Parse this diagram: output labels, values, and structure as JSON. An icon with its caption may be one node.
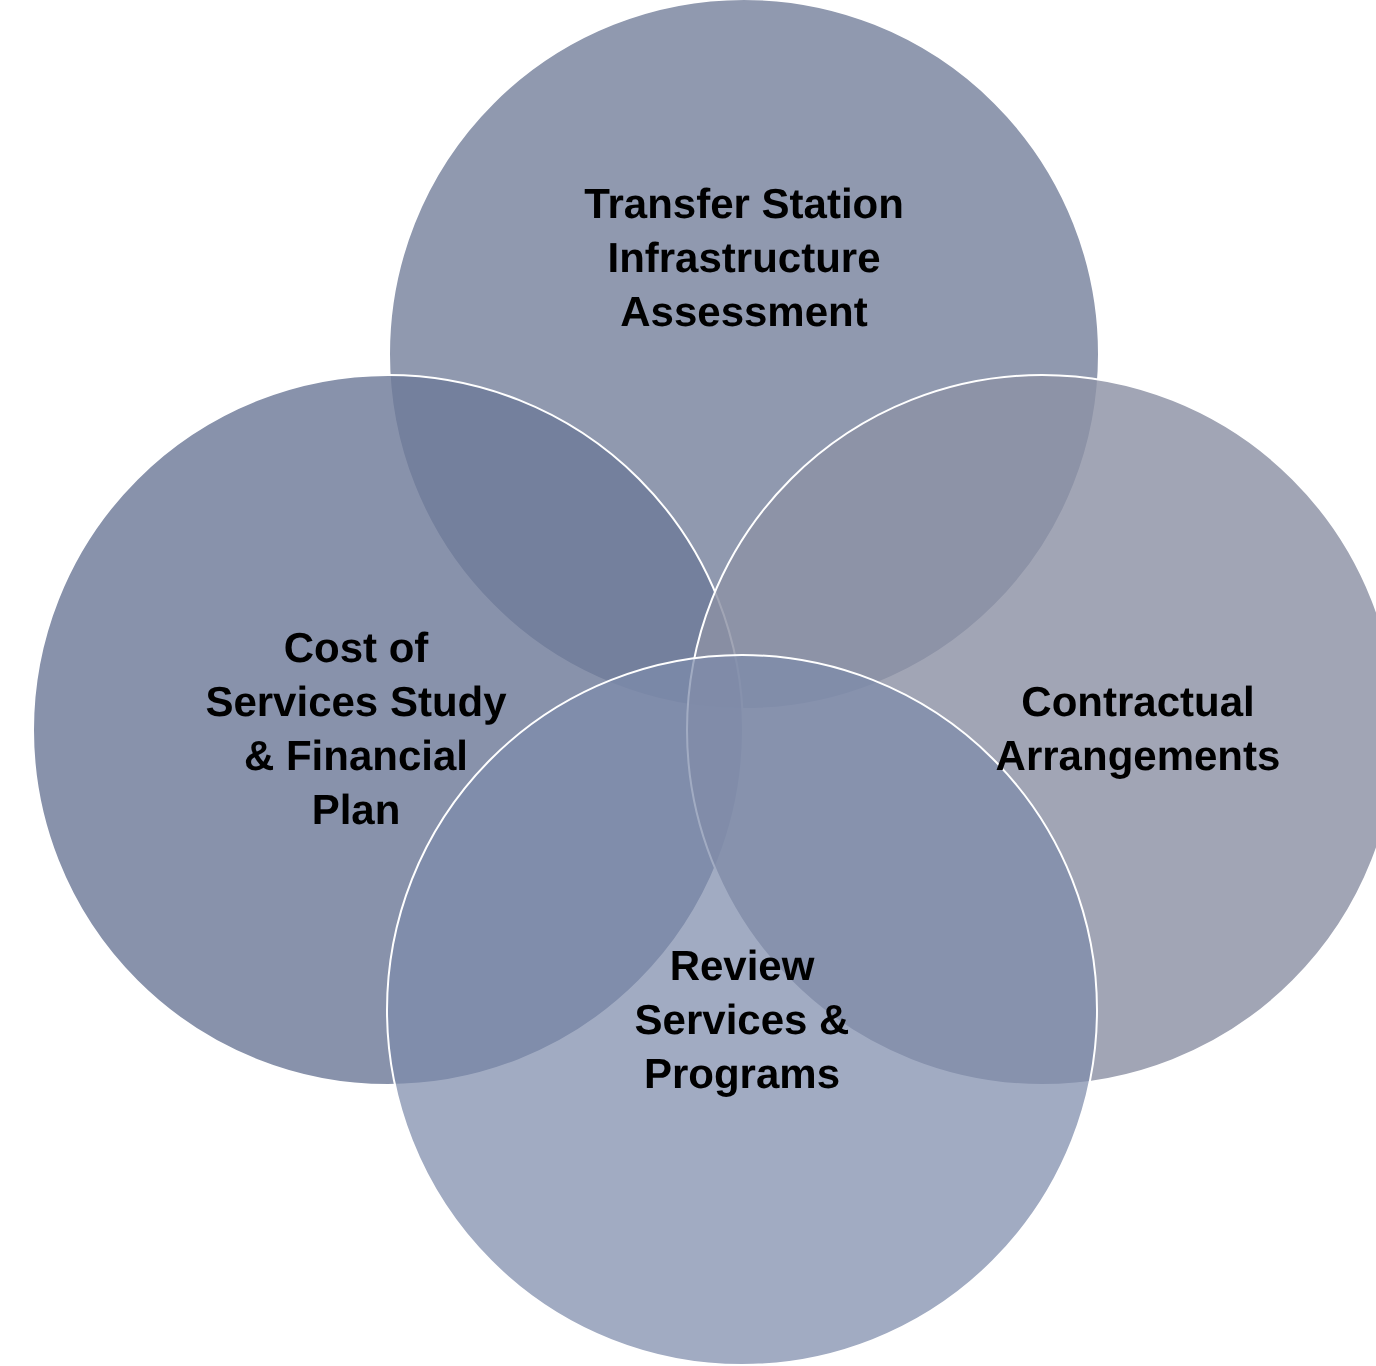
{
  "diagram": {
    "nodes": [
      {
        "text": [
          "Transfer Station Infrastructure Assessment"
        ]
      },
      {
        "text": [
          "Cost of Services Study & Financial Plan"
        ]
      },
      {
        "text": [
          "Contractual Arrangements"
        ]
      },
      {
        "text": [
          "Review Services & Programs"
        ]
      }
    ]
  }
}
